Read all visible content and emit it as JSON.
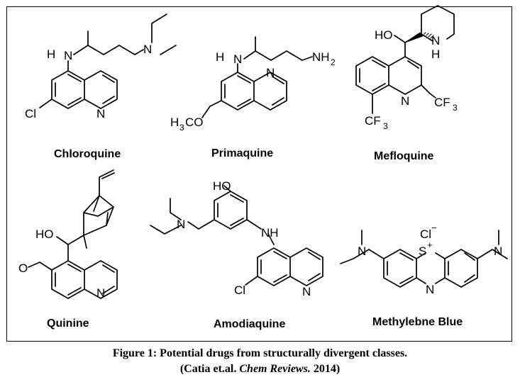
{
  "molecules": [
    {
      "name": "Chloroquine"
    },
    {
      "name": "Primaquine"
    },
    {
      "name": "Mefloquine"
    },
    {
      "name": "Quinine"
    },
    {
      "name": "Amodiaquine"
    },
    {
      "name": "Methylebne Blue"
    }
  ],
  "caption": {
    "line1": "Figure 1:  Potential drugs from structurally divergent classes.",
    "line2_prefix": "(Catia et.al. ",
    "line2_journal": "Chem Reviews.",
    "line2_suffix": " 2014)"
  },
  "atom_labels": {
    "H": "H",
    "N": "N",
    "Cl": "Cl",
    "NH2": "NH",
    "sub2": "2",
    "H3CO_H": "H",
    "sub3": "3",
    "CO": "CO",
    "HO": "HO",
    "CF": "CF",
    "NH": "NH",
    "O": "O",
    "S": "S",
    "plus": "+",
    "Cl_minus": "Cl",
    "minus": "−"
  }
}
